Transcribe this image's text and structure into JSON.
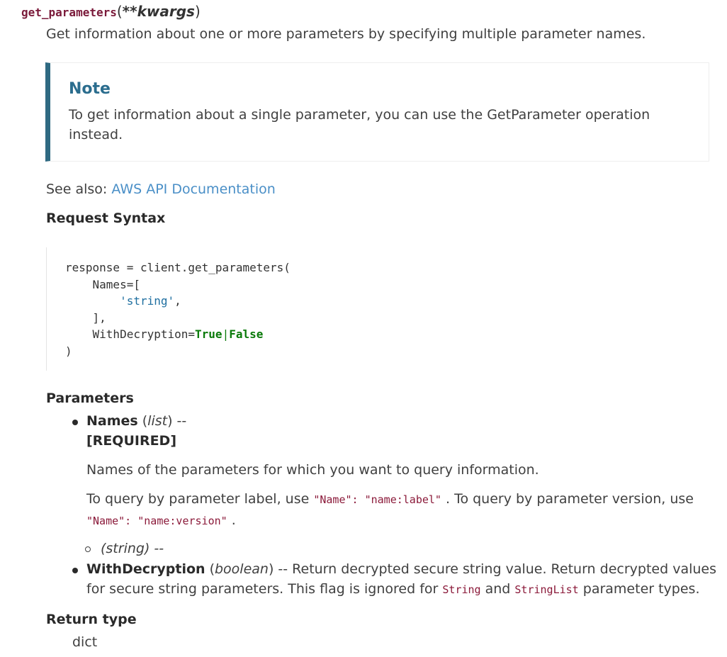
{
  "signature": {
    "name": "get_parameters",
    "open_paren": "(",
    "args": "**kwargs",
    "close_paren": ")"
  },
  "description": "Get information about one or more parameters by specifying multiple parameter names.",
  "note": {
    "title": "Note",
    "body": "To get information about a single parameter, you can use the GetParameter operation instead."
  },
  "see_also": {
    "prefix": "See also: ",
    "link": "AWS API Documentation"
  },
  "request_syntax": {
    "heading": "Request Syntax",
    "line1": "response = client.get_parameters(",
    "line2": "    Names=[",
    "line3_indent": "        ",
    "line3_str": "'string'",
    "line3_comma": ",",
    "line4": "    ],",
    "line5_prefix": "    WithDecryption=",
    "line5_true": "True",
    "line5_pipe": "|",
    "line5_false": "False",
    "line6": ")"
  },
  "parameters": {
    "heading": "Parameters",
    "names": {
      "name": "Names",
      "type_open": " (",
      "type": "list",
      "type_close": ") --",
      "required": "[REQUIRED]",
      "desc": "Names of the parameters for which you want to query information.",
      "label_text_1": "To query by parameter label, use ",
      "label_code_1": "\"Name\": \"name:label\"",
      "label_text_2": " . To query by parameter version, use",
      "label_code_2": "\"Name\": \"name:version\"",
      "label_text_3": " .",
      "sub_item": "(string) --"
    },
    "with_decryption": {
      "name": "WithDecryption",
      "type_open": " (",
      "type": "boolean",
      "type_close": ") -- Return decrypted secure string value. Return decrypted values",
      "line2_text_1": "for secure string parameters. This flag is ignored for ",
      "line2_code_1": "String",
      "line2_text_2": " and ",
      "line2_code_2": "StringList",
      "line2_text_3": " parameter types."
    }
  },
  "return_type": {
    "heading": "Return type",
    "value": "dict"
  }
}
